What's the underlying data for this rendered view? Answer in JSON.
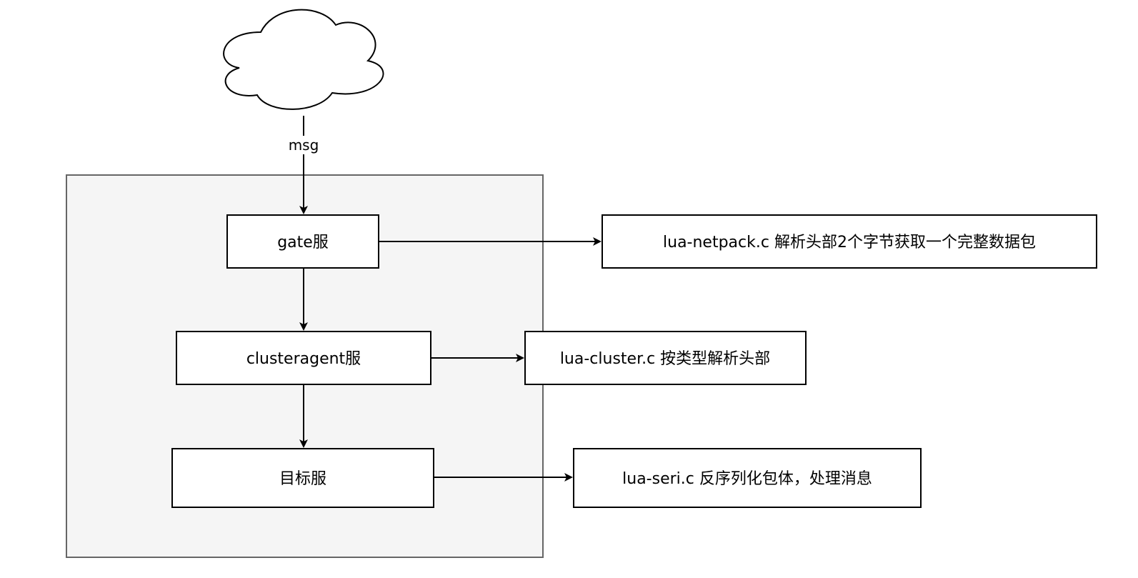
{
  "nodes": {
    "cloud": {
      "shape": "cloud"
    },
    "gate": {
      "label": "gate服"
    },
    "clusteragent": {
      "label": "clusteragent服"
    },
    "target": {
      "label": "目标服"
    },
    "netpack": {
      "label": "lua-netpack.c 解析头部2个字节获取一个完整数据包"
    },
    "cluster": {
      "label": "lua-cluster.c 按类型解析头部"
    },
    "seri": {
      "label": "lua-seri.c 反序列化包体，处理消息"
    }
  },
  "edges": {
    "cloud_to_gate": {
      "label": "msg"
    }
  },
  "colors": {
    "stroke": "#000000",
    "node_fill": "#ffffff",
    "container_fill": "#f5f5f5",
    "container_stroke": "#666666"
  }
}
